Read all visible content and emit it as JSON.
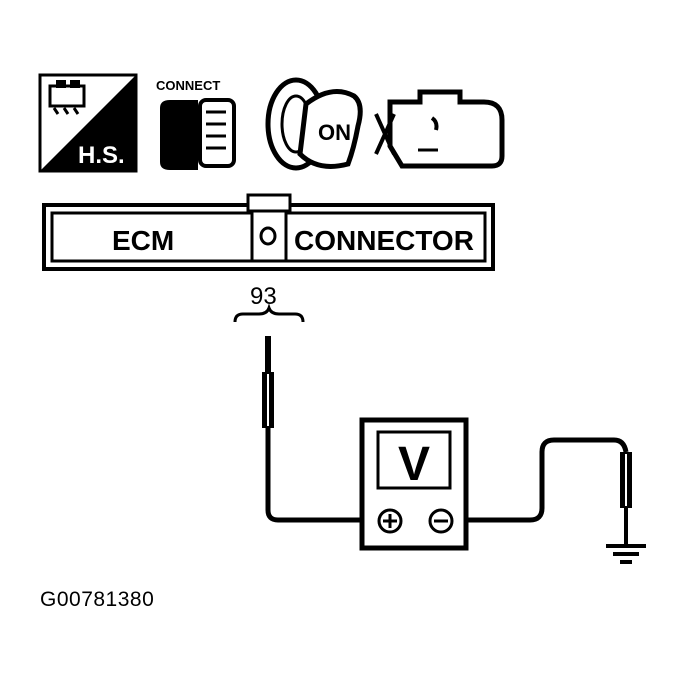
{
  "icons": {
    "hs_label": "H.S.",
    "connect_label": "CONNECT",
    "ignition_label": "ON",
    "names": [
      "hs-tester-icon",
      "connect-icon",
      "ignition-key-on-icon",
      "engine-off-icon"
    ]
  },
  "connector": {
    "left_label": "ECM",
    "right_label": "CONNECTOR"
  },
  "pin": {
    "number": "93"
  },
  "meter": {
    "symbol": "V",
    "plus": "⊕",
    "minus": "⊖"
  },
  "figure_code": "G00781380",
  "colors": {
    "ink": "#000000",
    "paper": "#ffffff"
  }
}
